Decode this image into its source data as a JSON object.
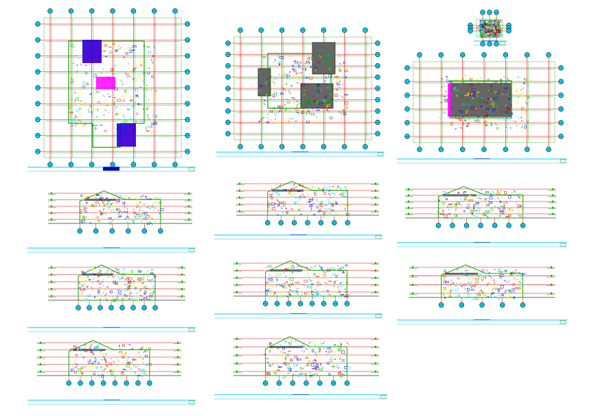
{
  "drawing_sheet": {
    "colors": {
      "dimension": "#ee0000",
      "grid_bubble": "#00d8ff",
      "linework": "#00aa00",
      "detail": "#ffee00",
      "text": "#0000cc",
      "fill_dark": "#666666",
      "accent": "#ff00ff",
      "title_band": "#00ccff",
      "paper": "#ffffff"
    },
    "views": [
      {
        "id": "plan-1",
        "kind": "floor-plan",
        "caption": ""
      },
      {
        "id": "plan-2",
        "kind": "floor-plan",
        "caption": ""
      },
      {
        "id": "plan-small",
        "kind": "floor-plan",
        "caption": ""
      },
      {
        "id": "plan-3",
        "kind": "floor-plan",
        "caption": ""
      },
      {
        "id": "elev-1",
        "kind": "elevation",
        "caption": ""
      },
      {
        "id": "elev-2",
        "kind": "elevation",
        "caption": ""
      },
      {
        "id": "elev-3",
        "kind": "elevation",
        "caption": ""
      },
      {
        "id": "elev-4",
        "kind": "elevation",
        "caption": ""
      },
      {
        "id": "elev-5",
        "kind": "elevation",
        "caption": ""
      },
      {
        "id": "elev-6",
        "kind": "elevation",
        "caption": ""
      },
      {
        "id": "sect-1",
        "kind": "section",
        "caption": ""
      },
      {
        "id": "sect-2",
        "kind": "section",
        "caption": ""
      }
    ]
  }
}
